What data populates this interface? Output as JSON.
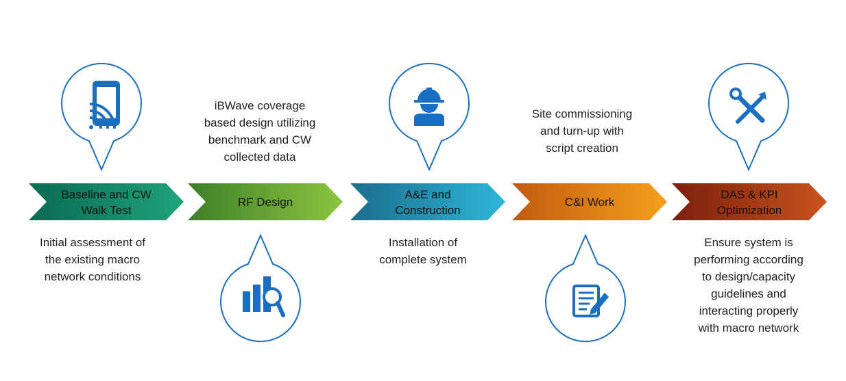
{
  "steps": [
    {
      "label": "Baseline and CW\nWalk Test",
      "description": "Initial assessment of\nthe existing macro\nnetwork conditions",
      "icon": "phone-signal-icon",
      "gradient": [
        "#0a6a52",
        "#1fa37a"
      ]
    },
    {
      "label": "RF Design",
      "description": "iBWave coverage\nbased design utilizing\nbenchmark and CW\ncollected data",
      "icon": "chart-magnifier-icon",
      "gradient": [
        "#3f7f2a",
        "#8bc53f"
      ]
    },
    {
      "label": "A&E and\nConstruction",
      "description": "Installation of\ncomplete system",
      "icon": "construction-worker-icon",
      "gradient": [
        "#1b6d8c",
        "#2fb6d9"
      ]
    },
    {
      "label": "C&I Work",
      "description": "Site commissioning\nand turn-up with\nscript creation",
      "icon": "document-pencil-icon",
      "gradient": [
        "#c25a10",
        "#f4a01c"
      ]
    },
    {
      "label": "DAS & KPI\nOptimization",
      "description": "Ensure system is\nperforming according\nto design/capacity\nguidelines and\ninteracting properly\nwith macro network",
      "icon": "tools-icon",
      "gradient": [
        "#7a1f0c",
        "#c9531d"
      ]
    }
  ],
  "colors": {
    "icon": "#1a6fc2",
    "pin_stroke": "#1a6fc2"
  }
}
